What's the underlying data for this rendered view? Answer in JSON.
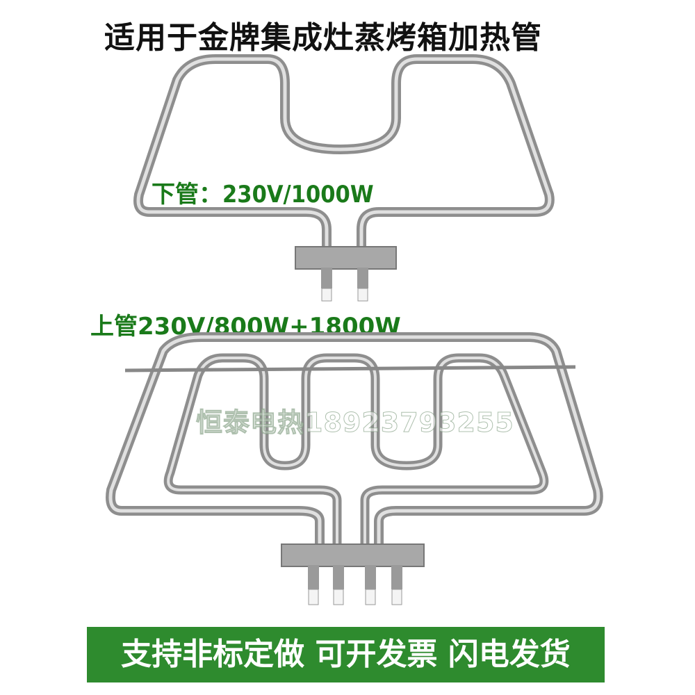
{
  "title": "适用于金牌集成灶蒸烤箱加热管",
  "lower_label": "下管：230V/1000W",
  "upper_label": "上管230V/800W+1800W",
  "watermark": "恒泰电热18923793255",
  "banner": "支持非标定做  可开发票  闪电发货",
  "colors": {
    "banner": "#2e8b2e",
    "label": "#1a7a1a",
    "tube": "#b8b8b8"
  }
}
